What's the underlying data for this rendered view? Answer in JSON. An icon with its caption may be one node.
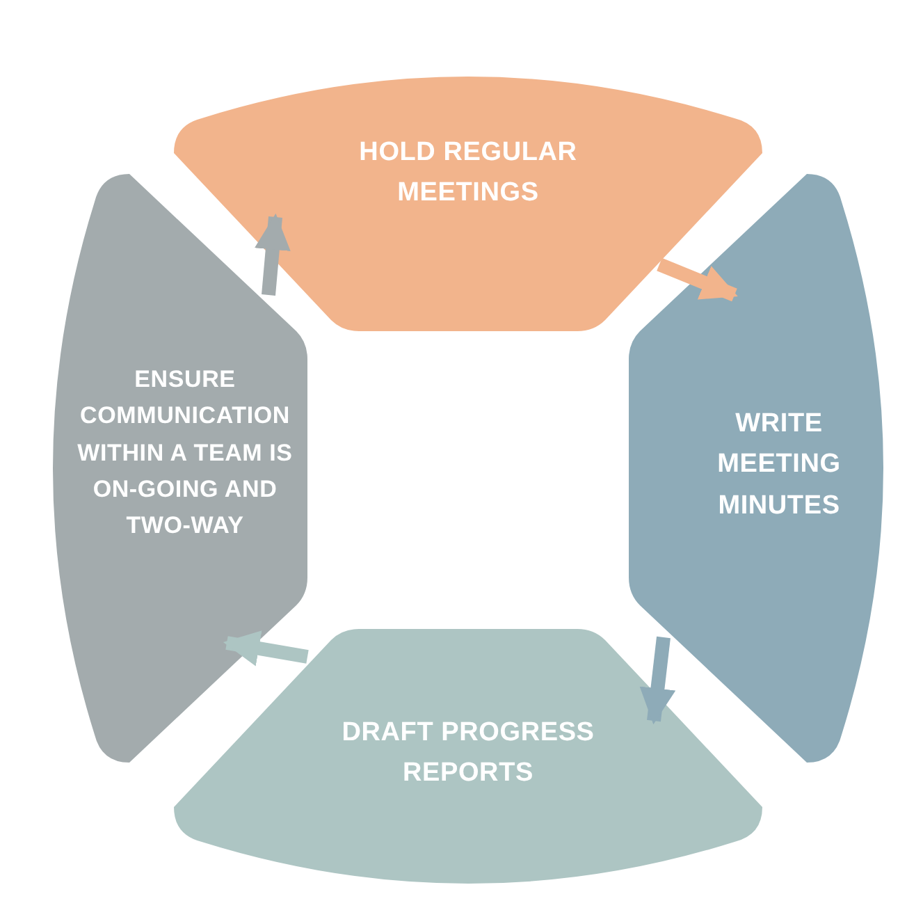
{
  "diagram": {
    "nodes": [
      {
        "text": [
          "HOLD REGULAR MEETINGS"
        ]
      },
      {
        "text": [
          "WRITE MEETING MINUTES"
        ]
      },
      {
        "text": [
          "DRAFT PROGRESS REPORTS"
        ]
      },
      {
        "text": [
          "ENSURE COMMUNICATION WITHIN A TEAM IS ON-GOING AND TWO-WAY"
        ]
      }
    ],
    "edges": [
      {
        "from": 0,
        "to": 1,
        "arrow": "to",
        "color": "#f2b48c"
      },
      {
        "from": 1,
        "to": 2,
        "arrow": "to",
        "color": "#8eabb8"
      },
      {
        "from": 2,
        "to": 3,
        "arrow": "to",
        "color": "#adc5c3"
      },
      {
        "from": 3,
        "to": 0,
        "arrow": "to",
        "color": "#a3abad"
      }
    ]
  }
}
